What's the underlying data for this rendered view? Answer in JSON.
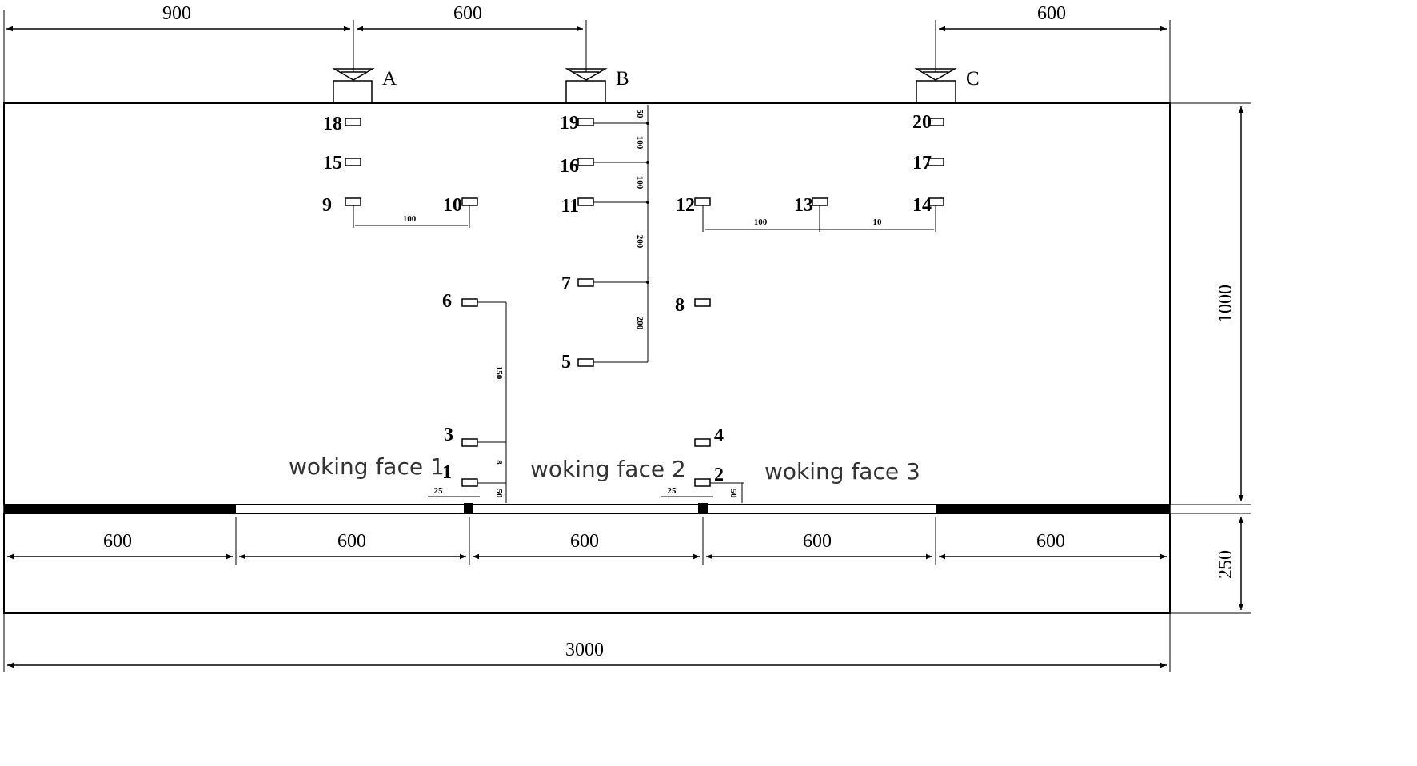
{
  "dimensions": {
    "top": [
      "900",
      "600",
      "600"
    ],
    "bottom": [
      "600",
      "600",
      "600",
      "600",
      "600"
    ],
    "total": "3000",
    "height_model": "1000",
    "height_base": "250"
  },
  "supports": [
    "A",
    "B",
    "C"
  ],
  "measuring_points": [
    "1",
    "2",
    "3",
    "4",
    "5",
    "6",
    "7",
    "8",
    "9",
    "10",
    "11",
    "12",
    "13",
    "14",
    "15",
    "16",
    "17",
    "18",
    "19",
    "20"
  ],
  "spacings": {
    "p9_p10": "100",
    "p12_p13": "100",
    "p13_p14": "10",
    "p19_p16": "100",
    "p16_p11": "100",
    "p11_p7": "200",
    "p7_p5": "200",
    "p6_p3": "150",
    "p3_p1": "8",
    "p1_floor": "50",
    "p1_offset": "25",
    "p2_floor": "50",
    "p2_offset": "25",
    "p19_top": "50"
  },
  "working_faces": [
    "woking face 1",
    "woking face 2",
    "woking face 3"
  ]
}
